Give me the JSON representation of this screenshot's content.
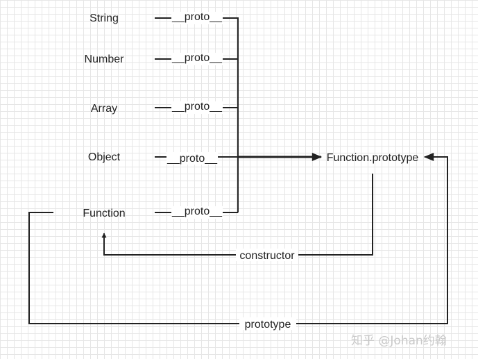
{
  "nodes": {
    "string": "String",
    "number": "Number",
    "array": "Array",
    "object": "Object",
    "function": "Function",
    "function_prototype": "Function.prototype"
  },
  "edges": {
    "proto_string": "__proto__",
    "proto_number": "__proto__",
    "proto_array": "__proto__",
    "proto_object": "__proto__",
    "proto_function": "__proto__",
    "constructor": "constructor",
    "prototype": "prototype"
  },
  "watermark": "知乎 @Johan约翰"
}
